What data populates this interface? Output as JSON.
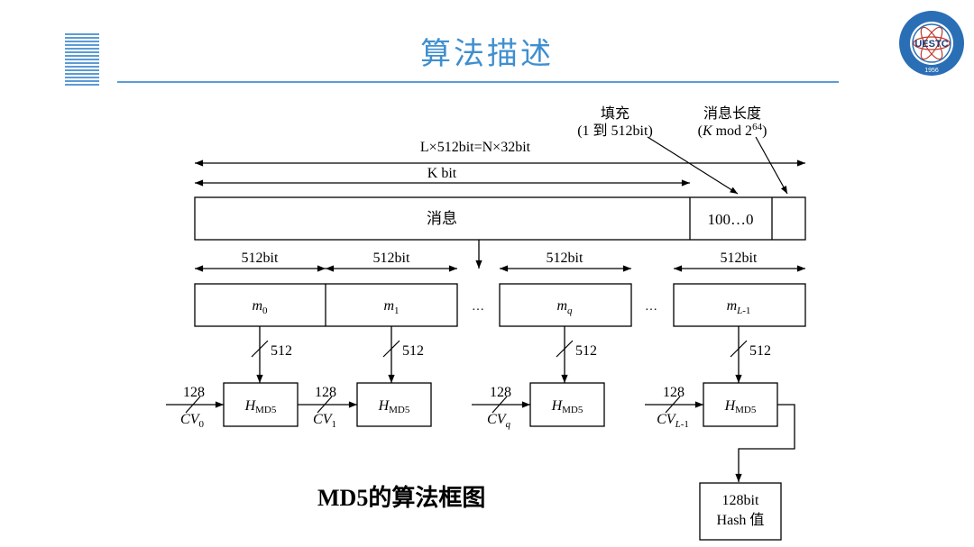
{
  "title": "算法描述",
  "caption": "MD5的算法框图",
  "logo": {
    "text": "UESTC",
    "year": "1956"
  },
  "top_labels": {
    "padding_line1": "填充",
    "padding_line2": "(1 到 512bit)",
    "length_line1": "消息长度",
    "total_length": "L×512bit=N×32bit",
    "kbit": "K bit"
  },
  "message_label": "消息",
  "padding_value": "100…0",
  "block_size": "512bit",
  "blocks": [
    "m0",
    "m1",
    "mq",
    "mL-1"
  ],
  "ellipsis": "…",
  "input_width": "512",
  "cv_width": "128",
  "cvs": [
    "CV0",
    "CV1",
    "CVq",
    "CVL-1"
  ],
  "hmd5": "HMD5",
  "output_line1": "128bit",
  "output_line2": "Hash 值"
}
